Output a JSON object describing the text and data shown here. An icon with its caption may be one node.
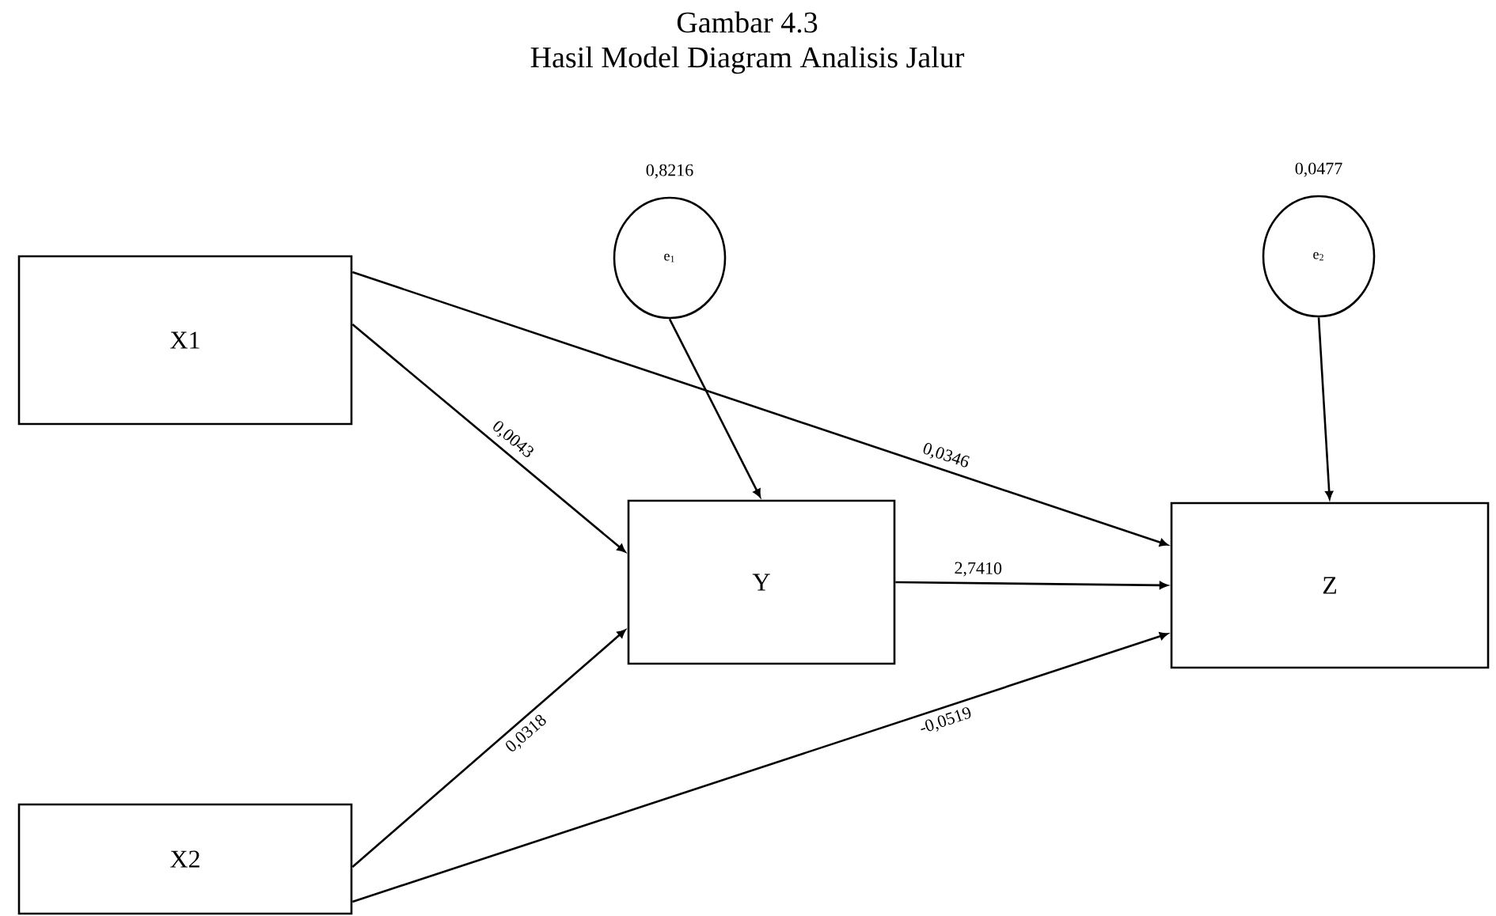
{
  "diagram": {
    "title": "Gambar 4.3",
    "caption": "Hasil Model Diagram Analisis Jalur",
    "nodes": [
      {
        "text": [
          "e$_{1}$"
        ],
        "beside": [
          "0,8216"
        ]
      },
      {
        "text": [
          "e$_{2}$"
        ],
        "beside": [
          "0,0477"
        ]
      },
      {
        "text": [
          "X1"
        ]
      },
      {
        "text": [
          "Y"
        ]
      },
      {
        "text": [
          "Z"
        ]
      },
      {
        "text": [
          "X2"
        ]
      }
    ],
    "edges": [
      {
        "from": 0,
        "to": 3,
        "arrow": "to"
      },
      {
        "from": 1,
        "to": 4,
        "arrow": "to"
      },
      {
        "from": 2,
        "to": 3,
        "arrow": "to",
        "label": "0,0043"
      },
      {
        "from": 2,
        "to": 4,
        "arrow": "to",
        "label": "0,0346"
      },
      {
        "from": 3,
        "to": 4,
        "arrow": "to",
        "label": "2,7410"
      },
      {
        "from": 5,
        "to": 3,
        "arrow": "to",
        "label": "0,0318"
      },
      {
        "from": 5,
        "to": 4,
        "arrow": "to",
        "label": "-0,0519"
      }
    ]
  }
}
